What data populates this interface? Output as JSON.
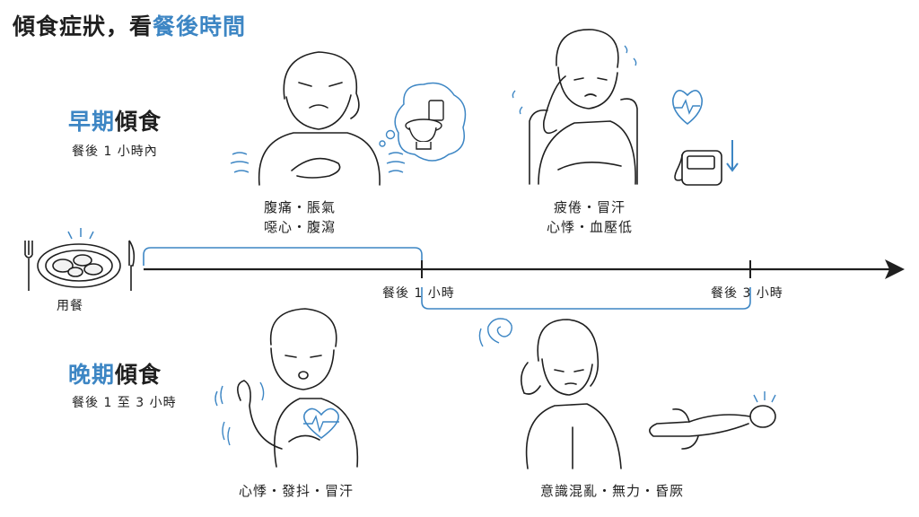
{
  "title": {
    "prefix": "傾食症狀，看",
    "highlight": "餐後時間"
  },
  "early": {
    "heading_highlight": "早期",
    "heading_rest": "傾食",
    "subtitle": "餐後 1 小時內",
    "digestive_symptoms": [
      "腹痛・脹氣",
      "噁心・腹瀉"
    ],
    "circulatory_symptoms": [
      "疲倦・冒汗",
      "心悸・血壓低"
    ]
  },
  "late": {
    "heading_highlight": "晚期",
    "heading_rest": "傾食",
    "subtitle": "餐後 1 至 3 小時",
    "heart_symptoms": "心悸・發抖・冒汗",
    "severe_symptoms": "意識混亂・無力・昏厥"
  },
  "meal_label": "用餐",
  "timeline": {
    "tick1": "餐後 1 小時",
    "tick2": "餐後 3 小時"
  },
  "colors": {
    "accent": "#3d86c4",
    "ink": "#1f1f1f"
  },
  "icons": [
    "fork-icon",
    "plate-icon",
    "knife-icon",
    "toilet-icon",
    "heart-monitor-icon",
    "blood-pressure-monitor-icon",
    "dizzy-swirl-icon",
    "down-arrow-icon"
  ]
}
